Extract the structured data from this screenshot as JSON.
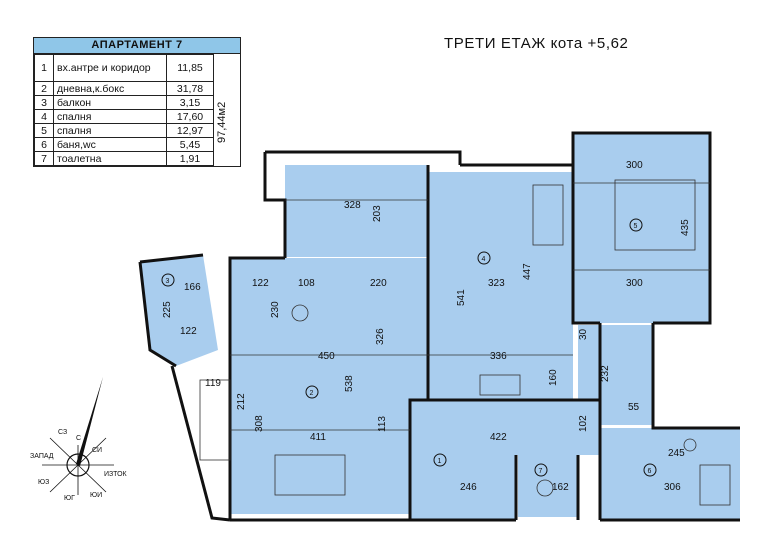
{
  "legend": {
    "title": "АПАРТАМЕНТ 7",
    "total_area": "97,44м2",
    "rooms": [
      {
        "num": "1",
        "name": "вх.антре и коридор",
        "area": "11,85"
      },
      {
        "num": "2",
        "name": "дневна,к.бокс",
        "area": "31,78"
      },
      {
        "num": "3",
        "name": "балкон",
        "area": "3,15"
      },
      {
        "num": "4",
        "name": "спалня",
        "area": "17,60"
      },
      {
        "num": "5",
        "name": "спалня",
        "area": "12,97"
      },
      {
        "num": "6",
        "name": "баня,wc",
        "area": "5,45"
      },
      {
        "num": "7",
        "name": "тоалетна",
        "area": "1,91"
      }
    ]
  },
  "floor_title": "ТРЕТИ  ЕТАЖ кота +5,62",
  "dimensions": {
    "d328": "328",
    "d203": "203",
    "d108": "108",
    "d122a": "122",
    "d220": "220",
    "d230": "230",
    "d166": "166",
    "d225": "225",
    "d122b": "122",
    "d450": "450",
    "d326": "326",
    "d538": "538",
    "d119": "119",
    "d212": "212",
    "d308": "308",
    "d411": "411",
    "d113": "113",
    "d541": "541",
    "d323": "323",
    "d447": "447",
    "d336": "336",
    "d300a": "300",
    "d435": "435",
    "d300b": "300",
    "d232": "232",
    "d55": "55",
    "d102": "102",
    "d422": "422",
    "d246": "246",
    "d162": "162",
    "d245": "245",
    "d306": "306",
    "d160": "160",
    "d30": "30"
  },
  "room_markers": {
    "r1": "1",
    "r2": "2",
    "r3": "3",
    "r4": "4",
    "r5": "5",
    "r6": "6",
    "r7": "7"
  },
  "compass": {
    "n": "С",
    "nw": "СЗ",
    "ne": "СИ",
    "w": "ЗАПАД",
    "e": "ИЗТОК",
    "sw": "ЮЗ",
    "se": "ЮИ",
    "s": "ЮГ"
  },
  "colors": {
    "fill": "#a9cdee",
    "wall": "#111111",
    "header": "#8fc6e8"
  }
}
